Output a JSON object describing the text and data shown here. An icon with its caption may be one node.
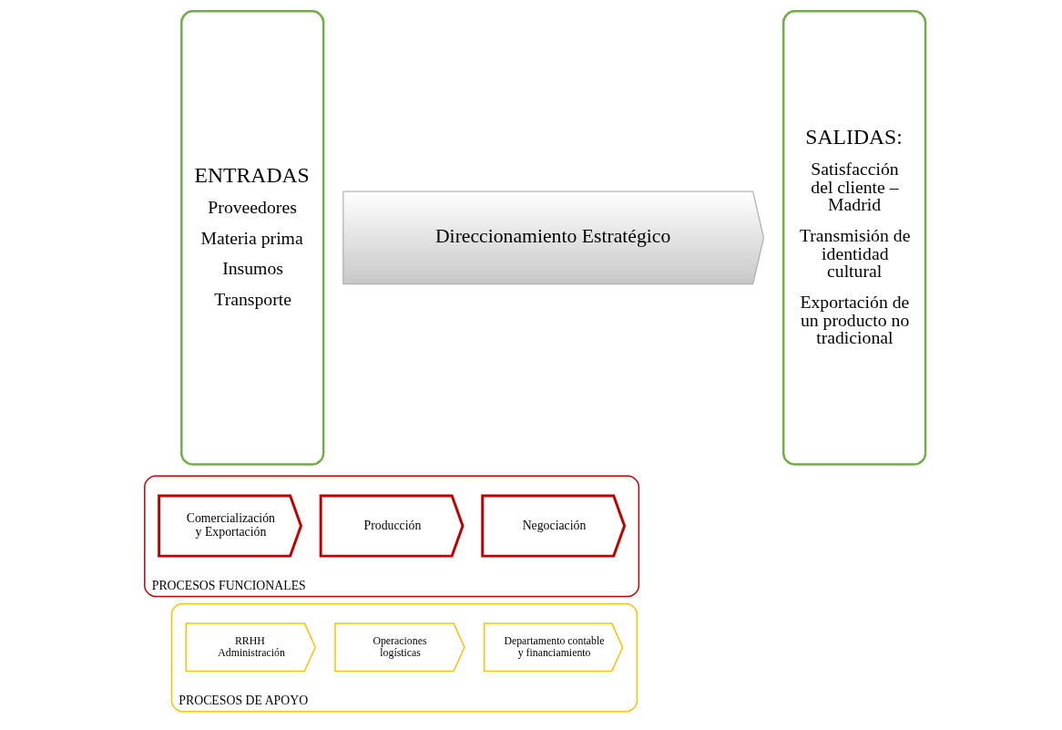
{
  "diagram": {
    "nodes": [
      {
        "text": [
          "ENTRADAS",
          "Proveedores",
          "Materia prima",
          "Insumos",
          "Transporte"
        ]
      },
      {
        "text": [
          "Direccionamiento Estratégico"
        ]
      },
      {
        "text": [
          "PROCESOS FUNCIONALES"
        ]
      },
      {
        "text": [
          "Negociación"
        ],
        "in": 2
      },
      {
        "text": [
          "Producción"
        ],
        "in": 2
      },
      {
        "text": [
          "Comercialización y Exportación"
        ],
        "in": 2
      },
      {
        "text": [
          "PROCESOS DE APOYO"
        ]
      },
      {
        "text": [
          "Departamento contable y financiamiento"
        ],
        "in": 6
      },
      {
        "text": [
          "Operaciones logísticas"
        ],
        "in": 6
      },
      {
        "text": [
          "RRHH Administración"
        ],
        "in": 6
      },
      {
        "text": [
          "SALIDAS:",
          "Satisfacción del cliente – Madrid",
          "Transmisión de identidad cultural",
          "Exportación de un producto no tradicional"
        ]
      }
    ]
  }
}
